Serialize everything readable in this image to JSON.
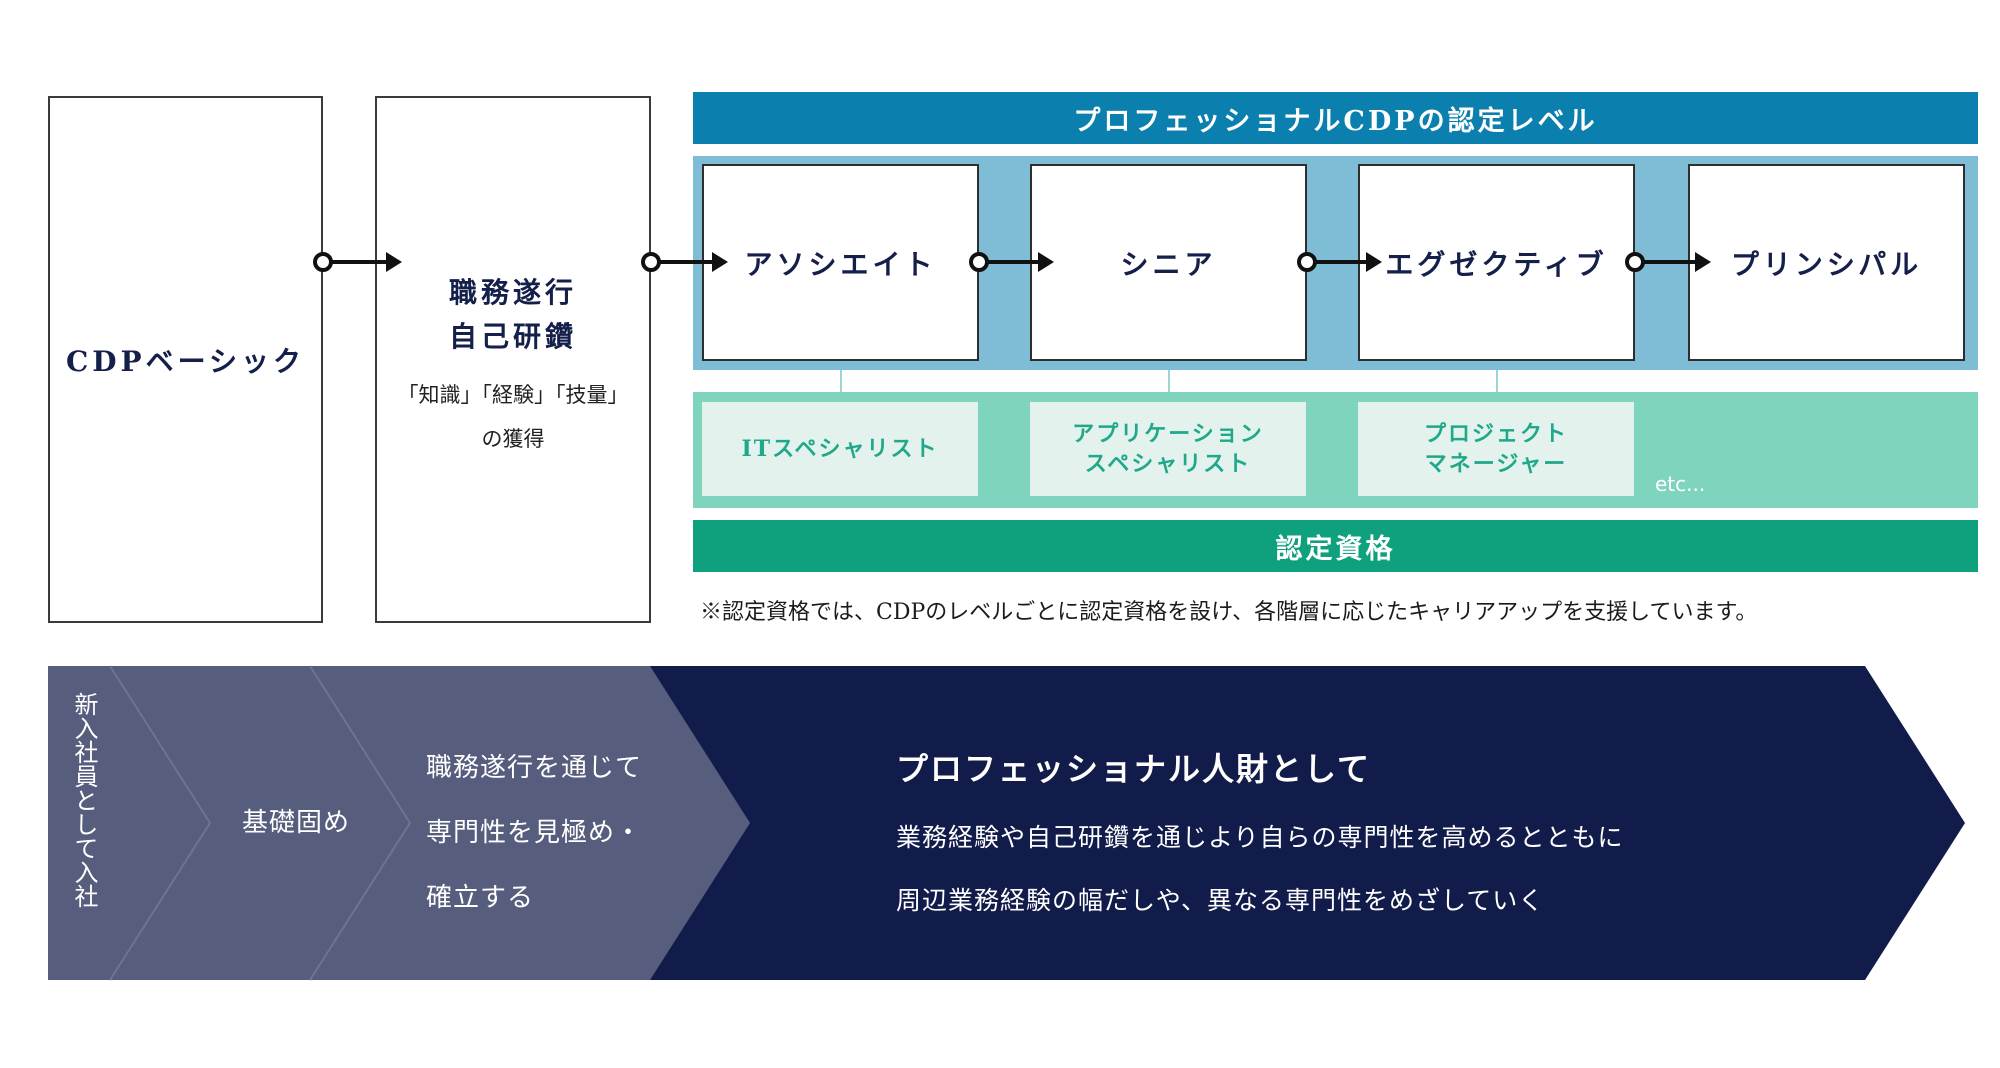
{
  "cdp_basic": {
    "label": "CDPベーシック"
  },
  "job_training": {
    "title_line1": "職務遂行",
    "title_line2": "自己研鑽",
    "desc_line1": "「知識」「経験」「技量」",
    "desc_line2": "の獲得"
  },
  "professional_header": "プロフェッショナルCDPの認定レベル",
  "levels": [
    "アソシエイト",
    "シニア",
    "エグゼクティブ",
    "プリンシパル"
  ],
  "specialists": [
    {
      "line1": "ITスペシャリスト",
      "line2": ""
    },
    {
      "line1": "アプリケーション",
      "line2": "スペシャリスト"
    },
    {
      "line1": "プロジェクト",
      "line2": "マネージャー"
    }
  ],
  "specialists_etc": "etc...",
  "certification_header": "認定資格",
  "footnote": "※認定資格では、CDPのレベルごとに認定資格を設け、各階層に応じたキャリアアップを支援しています。",
  "timeline": {
    "stage1": "新入社員として入社",
    "stage2": "基礎固め",
    "stage3_lines": [
      "職務遂行を通じて",
      "専門性を見極め・",
      "確立する"
    ],
    "stage4_title": "プロフェッショナル人財として",
    "stage4_lines": [
      "業務経験や自己研鑽を通じより自らの専門性を高めるとともに",
      "周辺業務経験の幅だしや、異なる専門性をめざしていく"
    ]
  },
  "colors": {
    "header_blue": "#0b7fae",
    "level_bg": "#7fbdd6",
    "spec_band": "#7fd4be",
    "spec_box": "#e4f2ee",
    "cert_green": "#0fa07e",
    "navy": "#121c4b",
    "slate": "#575d7d",
    "text_navy": "#15204a"
  }
}
